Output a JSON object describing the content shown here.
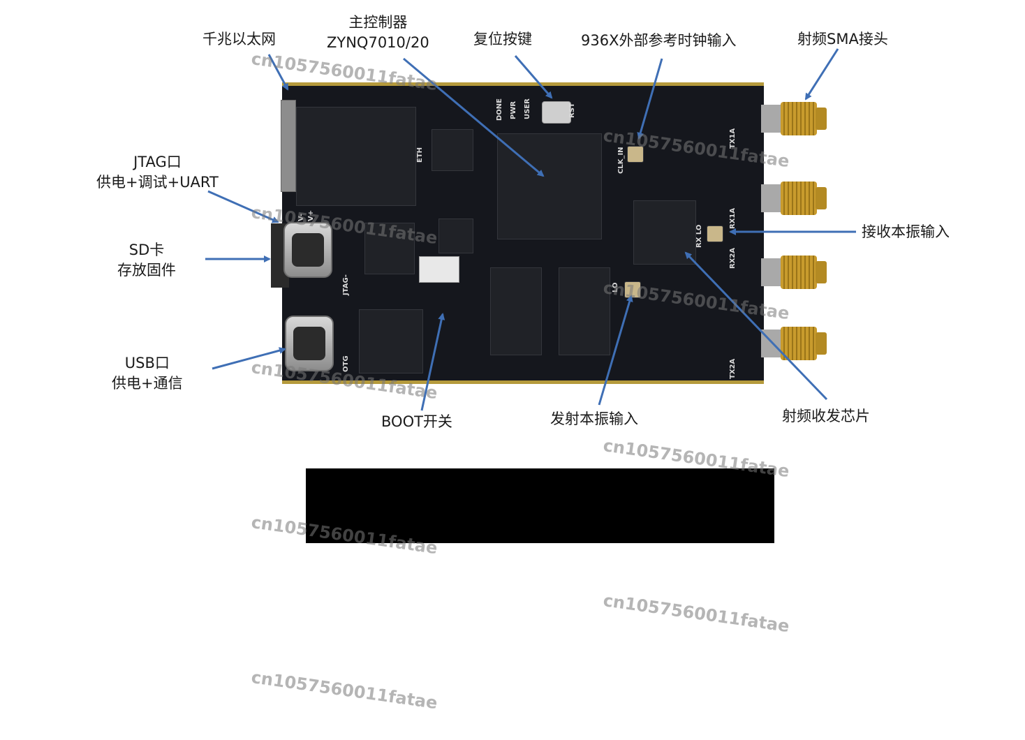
{
  "labels": {
    "ethernet": "千兆以太网",
    "controller_line1": "主控制器",
    "controller_line2": "ZYNQ7010/20",
    "reset": "复位按键",
    "ext_clock": "936X外部参考时钟输入",
    "rf_sma": "射频SMA接头",
    "jtag_line1": "JTAG口",
    "jtag_line2": "供电+调试+UART",
    "sd_line1": "SD卡",
    "sd_line2": "存放固件",
    "usb_line1": "USB口",
    "usb_line2": "供电+通信",
    "rx_lo": "接收本振输入",
    "boot": "BOOT开关",
    "tx_lo": "发射本振输入",
    "rf_chip": "射频收发芯片"
  },
  "silkscreen": {
    "done": "DONE",
    "pwr": "PWR",
    "user": "USER",
    "rst": "RST",
    "eth": "ETH",
    "clk_in": "CLK_IN",
    "tx1a": "TX1A",
    "rx1a": "RX1A",
    "rx2a": "RX2A",
    "tx2a": "TX2A",
    "rx_lo": "RX LO",
    "tx_lo": "LO",
    "jtag": "JTAG-",
    "otg": "OTG",
    "vminus": "V-",
    "vplus": "V+"
  },
  "watermark": "cn1057560011fatae",
  "colors": {
    "arrow": "#3f6fb5",
    "pcb": "#15171d",
    "gold": "#b59a3c"
  }
}
